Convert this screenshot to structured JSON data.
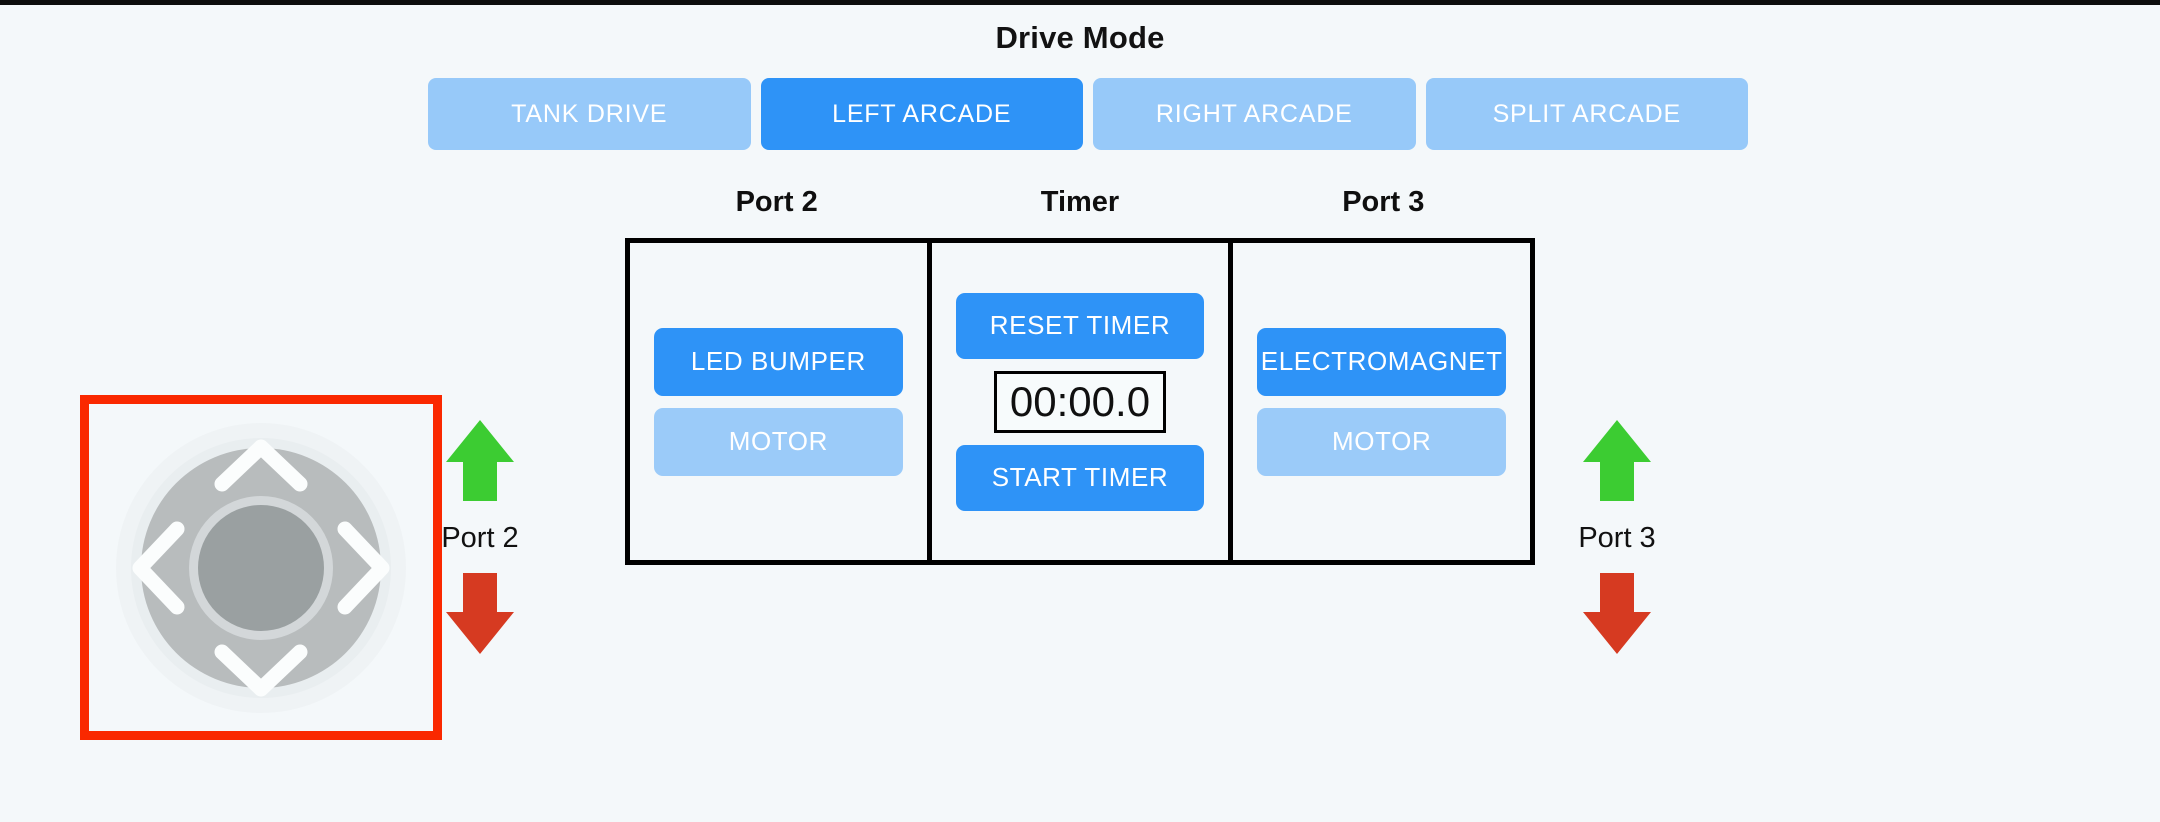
{
  "header": {
    "title": "Drive Mode"
  },
  "drive_modes": {
    "selected": "LEFT ARCADE",
    "options": [
      {
        "label": "TANK DRIVE",
        "active": false
      },
      {
        "label": "LEFT ARCADE",
        "active": true
      },
      {
        "label": "RIGHT ARCADE",
        "active": false
      },
      {
        "label": "SPLIT ARCADE",
        "active": false
      }
    ]
  },
  "columns": {
    "labels": [
      "Port 2",
      "Timer",
      "Port 3"
    ]
  },
  "port2": {
    "label": "Port 2",
    "primary_button": "LED BUMPER",
    "secondary_button": "MOTOR"
  },
  "timer": {
    "label": "Timer",
    "reset_button": "RESET TIMER",
    "display": "00:00.0",
    "start_button": "START TIMER"
  },
  "port3": {
    "label": "Port 3",
    "primary_button": "ELECTROMAGNET",
    "secondary_button": "MOTOR"
  },
  "arrows_left": {
    "up_icon": "arrow-up-icon",
    "label": "Port 2",
    "down_icon": "arrow-down-icon"
  },
  "arrows_right": {
    "up_icon": "arrow-up-icon",
    "label": "Port 3",
    "down_icon": "arrow-down-icon"
  },
  "dpad": {
    "icon": "dpad-joystick-icon",
    "up_icon": "chevron-up-icon",
    "down_icon": "chevron-down-icon",
    "left_icon": "chevron-left-icon",
    "right_icon": "chevron-right-icon",
    "selected": true
  },
  "colors": {
    "background": "#f4f8fa",
    "accent_blue": "#2e93f7",
    "inactive_blue": "#97c9f9",
    "selection_red": "#fa2800",
    "arrow_green": "#3ccc32",
    "arrow_red": "#d63a21",
    "border_black": "#000000"
  }
}
